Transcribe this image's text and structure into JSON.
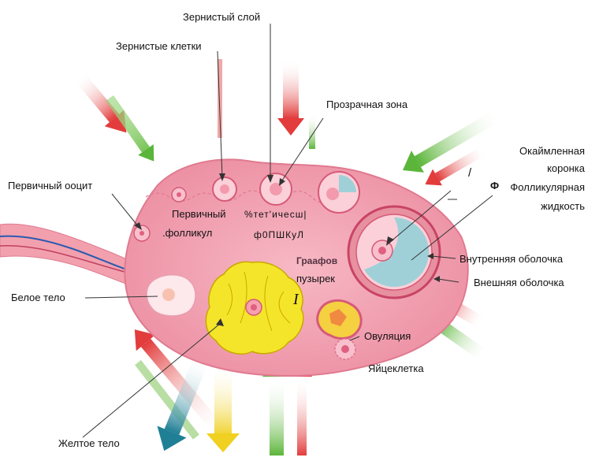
{
  "labels": {
    "granular_layer": "Зернистый слой",
    "granular_cells": "Зернистые клетки",
    "zona_pellucida": "Прозрачная зона",
    "corona_line1": "Окаймленная",
    "corona_line2": "коронка",
    "slash": "/",
    "corona_mark": "Ф",
    "follicular_fluid_line1": "Фолликулярная",
    "follicular_fluid_line2": "жидкость",
    "primary_oocyte": "Первичный ооцит",
    "primary_follicle_line1": "Первичный",
    "primary_follicle_line2": ".фолликул",
    "secondary_follicle_line1": "%тет'ичесш|",
    "secondary_follicle_line2": "ф0ПШКуЛ",
    "graafian_line1": "Граафов",
    "graafian_line2": "пузырек",
    "graafian_mark": "I",
    "theca_interna": "Внутренняя оболочка",
    "theca_externa": "Внешняя оболочка",
    "corpus_albicans": "Белое тело",
    "ovulation": "Овуляция",
    "egg_cell": "Яйцеклетка",
    "corpus_luteum": "Желтое тело"
  },
  "colors": {
    "ovary": "#f2a2b2",
    "ovary_edge": "#e07a90",
    "corpus_luteum": "#f5e52a",
    "follicle_fluid": "#9fd0d8",
    "arrow_red": "#e23c3c",
    "arrow_green": "#5bb53a",
    "arrow_yellow": "#f0d020",
    "arrow_teal": "#1f7f95"
  }
}
